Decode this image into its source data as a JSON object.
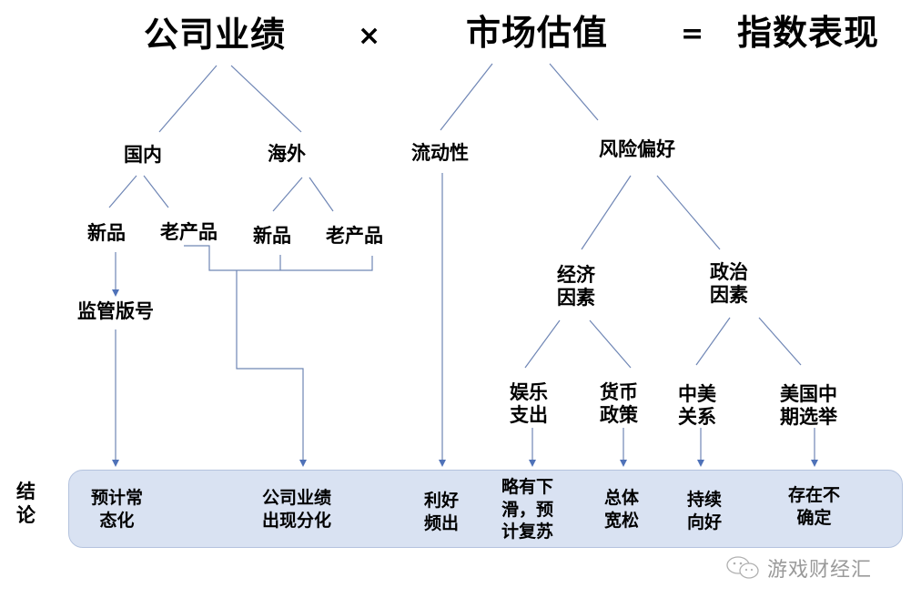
{
  "equation": {
    "term1": "公司业绩",
    "op1": "×",
    "term2": "市场估值",
    "op2": "=",
    "result": "指数表现"
  },
  "company": {
    "domestic": "国内",
    "overseas": "海外",
    "domestic_new": "新品",
    "domestic_old": "老产品",
    "overseas_new": "新品",
    "overseas_old": "老产品",
    "regulation": "监管版号"
  },
  "valuation": {
    "liquidity": "流动性",
    "risk_appetite": "风险偏好",
    "economic": "经济\n因素",
    "political": "政治\n因素",
    "entertainment": "娱乐\n支出",
    "monetary": "货币\n政策",
    "sino_us": "中美\n关系",
    "midterm": "美国中\n期选举"
  },
  "conclusion": {
    "label": "结\n论",
    "items": [
      "预计常\n态化",
      "公司业绩\n出现分化",
      "利好\n频出",
      "略有下\n滑，预\n计复苏",
      "总体\n宽松",
      "持续\n向好",
      "存在不\n确定"
    ]
  },
  "watermark": {
    "icon": "wechat-icon",
    "text": "游戏财经汇"
  },
  "colors": {
    "line": "#6f86b5",
    "arrow": "#4f72b8",
    "box_fill": "#d9e2f2",
    "box_border": "#b4c3de"
  }
}
